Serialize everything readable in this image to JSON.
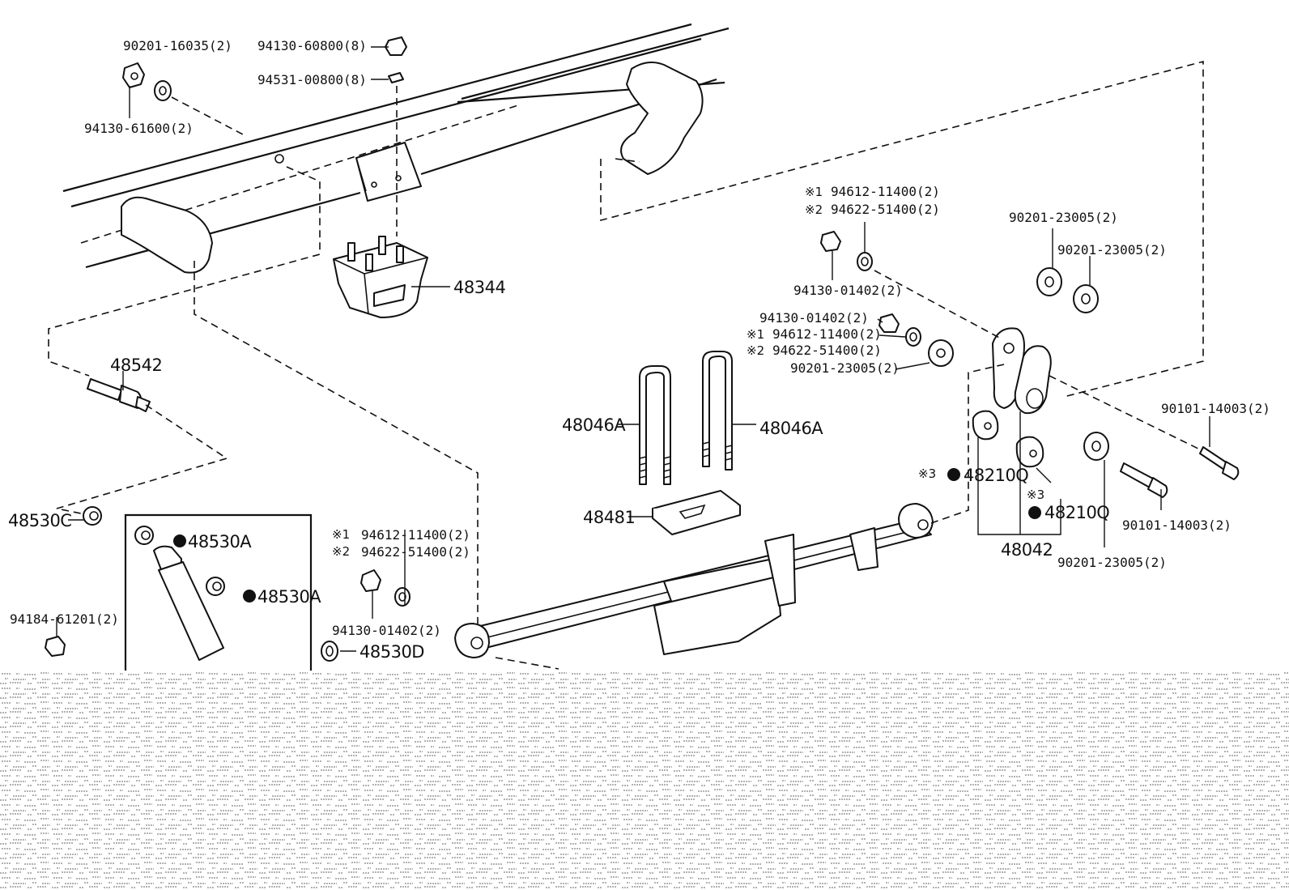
{
  "labels": {
    "p90201_16035": "90201-16035(2)",
    "p94130_60800": "94130-60800(8)",
    "p94531_00800": "94531-00800(8)",
    "p94130_61600": "94130-61600(2)",
    "p48344": "48344",
    "p48542": "48542",
    "p48530C": "48530C",
    "p48530A_1": "48530A",
    "p48530A_2": "48530A",
    "p94184_61201": "94184-61201(2)",
    "p48530D": "48530D",
    "p94130_01402_bottom": "94130-01402(2)",
    "p94612_11400_bottom": "94612-11400(2)",
    "p94622_51400_bottom": "94622-51400(2)",
    "p48046A_left": "48046A",
    "p48046A_right": "48046A",
    "p48481": "48481",
    "p94612_11400_top": "94612-11400(2)",
    "p94622_51400_top": "94622-51400(2)",
    "p94130_01402_top": "94130-01402(2)",
    "p94130_01402_mid": "94130-01402(2)",
    "p94612_11400_mid": "94612-11400(2)",
    "p94622_51400_mid": "94622-51400(2)",
    "p90201_23005_mid": "90201-23005(2)",
    "p90201_23005_a": "90201-23005(2)",
    "p90201_23005_b": "90201-23005(2)",
    "p90201_23005_bottom": "90201-23005(2)",
    "p90101_14003_right": "90101-14003(2)",
    "p90101_14003_bottom": "90101-14003(2)",
    "p48210Q_1": "48210Q",
    "p48210Q_2": "48210Q",
    "p48042": "48042"
  },
  "marks": {
    "note1": "※1",
    "note2": "※2",
    "note3": "※3"
  }
}
